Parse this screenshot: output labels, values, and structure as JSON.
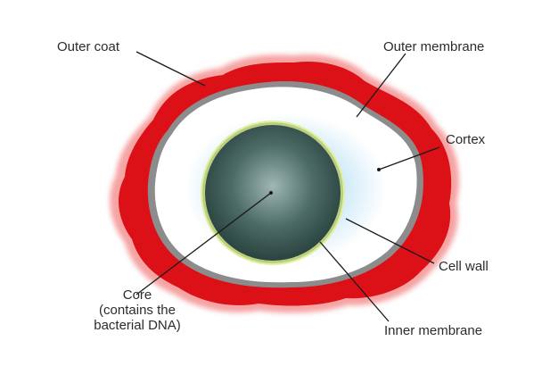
{
  "labels": {
    "outer_coat": "Outer coat",
    "outer_membrane": "Outer membrane",
    "cortex": "Cortex",
    "cell_wall": "Cell wall",
    "inner_membrane": "Inner membrane",
    "core_line1": "Core",
    "core_line2": "(contains the",
    "core_line3": "bacterial DNA)"
  },
  "colors": {
    "outer_coat": "#e0141b",
    "outer_coat_glow": "#f7a9a9",
    "outer_membrane": "#8a8a8a",
    "cortex_edge": "#bfe3f7",
    "cortex_center": "#ffffff",
    "cell_wall": "#e6f0a0",
    "core_light": "#8fa8a4",
    "core_dark": "#2e4a46",
    "leader_line": "#1a1a1a"
  }
}
